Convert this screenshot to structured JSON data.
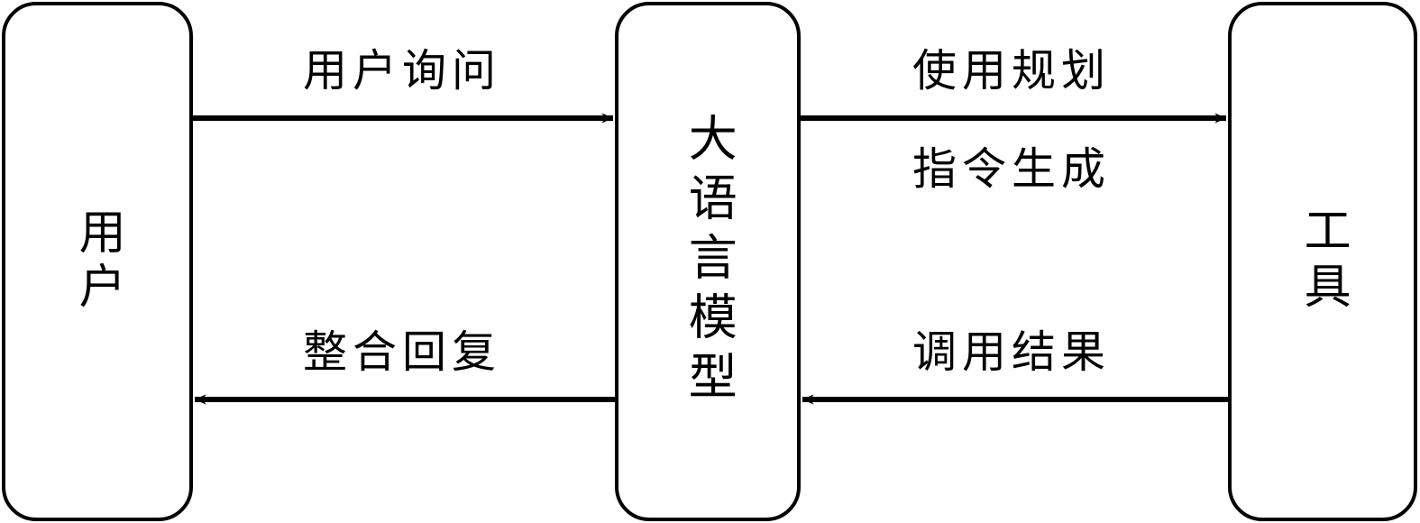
{
  "diagram": {
    "title": "LLM tool-use interaction flow",
    "background_color": "#ffffff",
    "stroke_color": "#000000",
    "nodes": [
      {
        "id": "user",
        "label": "用户",
        "shape": "rounded-rectangle",
        "orientation": "vertical"
      },
      {
        "id": "llm",
        "label": "大语言模型",
        "shape": "rounded-rectangle",
        "orientation": "vertical"
      },
      {
        "id": "tool",
        "label": "工具",
        "shape": "rounded-rectangle",
        "orientation": "vertical"
      }
    ],
    "edges": [
      {
        "id": "user-to-llm",
        "from": "user",
        "to": "llm",
        "direction": "right",
        "labels": [
          "用户询问"
        ]
      },
      {
        "id": "llm-to-user",
        "from": "llm",
        "to": "user",
        "direction": "left",
        "labels": [
          "整合回复"
        ]
      },
      {
        "id": "llm-to-tool",
        "from": "llm",
        "to": "tool",
        "direction": "right",
        "labels": [
          "使用规划",
          "指令生成"
        ]
      },
      {
        "id": "tool-to-llm",
        "from": "tool",
        "to": "llm",
        "direction": "left",
        "labels": [
          "调用结果"
        ]
      }
    ],
    "labels": {
      "user_query": "用户询问",
      "integrated_reply": "整合回复",
      "use_planning": "使用规划",
      "instruction_generation": "指令生成",
      "call_result": "调用结果"
    }
  }
}
